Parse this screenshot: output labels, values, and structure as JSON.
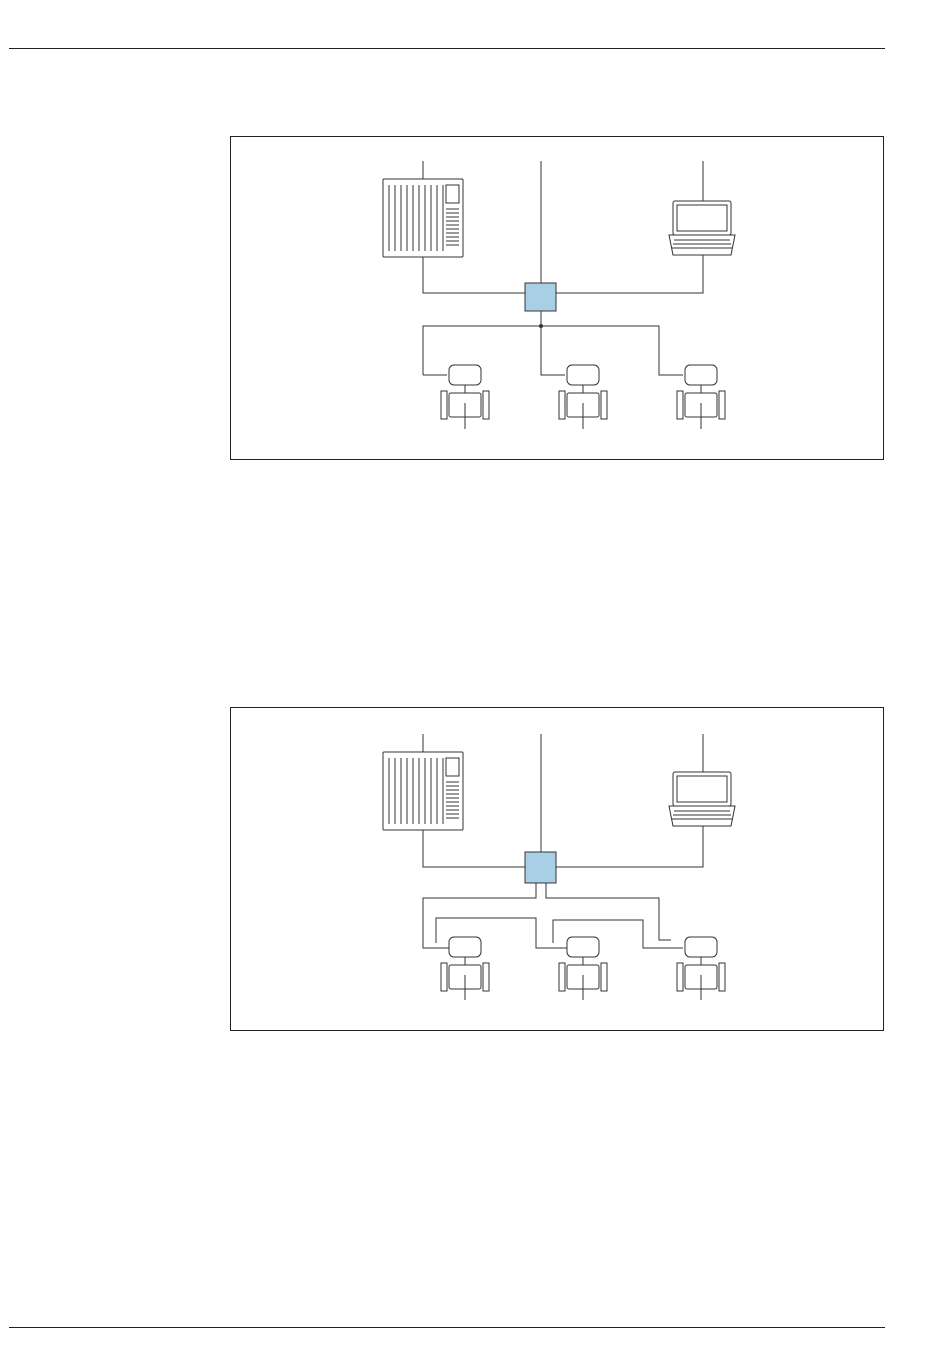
{
  "colors": {
    "switch_fill": "#a9cfe6",
    "line": "#333333"
  },
  "figures": [
    {
      "topology": "star",
      "devices": [
        "controller",
        "network-switch",
        "laptop",
        "flowmeter",
        "flowmeter",
        "flowmeter"
      ]
    },
    {
      "topology": "daisy-chain",
      "devices": [
        "controller",
        "network-switch",
        "laptop",
        "flowmeter",
        "flowmeter",
        "flowmeter"
      ]
    }
  ]
}
